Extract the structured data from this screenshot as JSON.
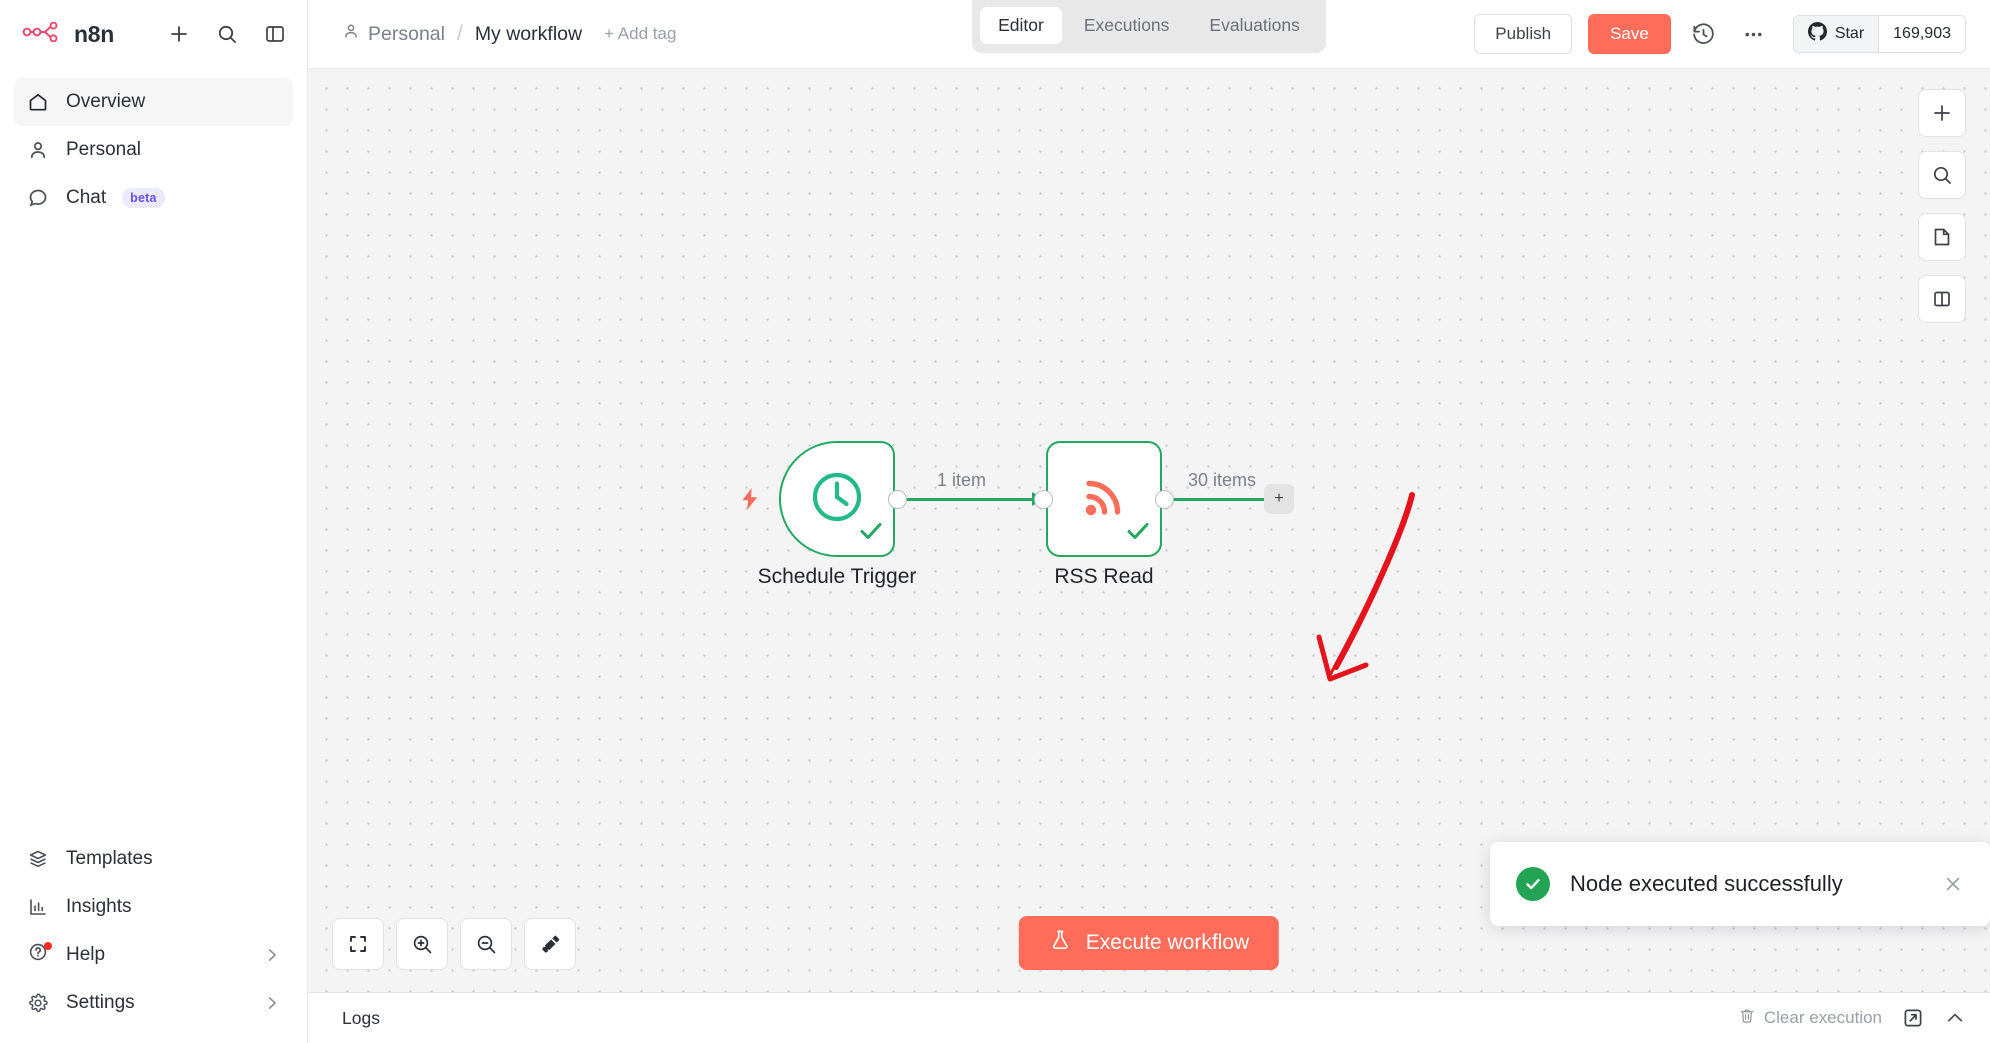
{
  "brand": {
    "name": "n8n"
  },
  "sidebar": {
    "top_actions": [
      {
        "name": "add-button",
        "icon": "plus-icon"
      },
      {
        "name": "search-button",
        "icon": "search-icon"
      },
      {
        "name": "toggle-sidebar-button",
        "icon": "panel-toggle-icon"
      }
    ],
    "items": [
      {
        "label": "Overview",
        "icon": "home-icon",
        "active": true
      },
      {
        "label": "Personal",
        "icon": "user-icon",
        "active": false
      },
      {
        "label": "Chat",
        "icon": "chat-bubble-icon",
        "badge": "beta",
        "active": false
      }
    ],
    "bottom_items": [
      {
        "label": "Templates",
        "icon": "box-icon"
      },
      {
        "label": "Insights",
        "icon": "bar-chart-icon"
      },
      {
        "label": "Help",
        "icon": "question-circle-icon",
        "has_dot": true,
        "chevron": "chevron-right-icon"
      },
      {
        "label": "Settings",
        "icon": "gear-icon",
        "chevron": "chevron-right-icon"
      }
    ]
  },
  "header": {
    "breadcrumb_project": "Personal",
    "breadcrumb_separator": "/",
    "workflow_name": "My workflow",
    "add_tag_label": "+ Add tag",
    "publish_label": "Publish",
    "save_label": "Save",
    "history_icon": "history-icon",
    "more_icon": "ellipsis-icon",
    "github": {
      "star_label": "Star",
      "count": "169,903",
      "icon": "github-icon"
    }
  },
  "tabs": [
    {
      "label": "Editor",
      "active": true
    },
    {
      "label": "Executions",
      "active": false
    },
    {
      "label": "Evaluations",
      "active": false
    }
  ],
  "canvas": {
    "right_tools": [
      {
        "name": "add-node-button",
        "icon": "plus-icon"
      },
      {
        "name": "search-nodes-button",
        "icon": "search-icon"
      },
      {
        "name": "add-sticky-note-button",
        "icon": "note-icon"
      },
      {
        "name": "toggle-panel-button",
        "icon": "panel-toggle-icon"
      }
    ],
    "zoom_tools": [
      {
        "name": "zoom-to-fit-button",
        "icon": "fit-screen-icon"
      },
      {
        "name": "zoom-in-button",
        "icon": "zoom-in-icon"
      },
      {
        "name": "zoom-out-button",
        "icon": "zoom-out-icon"
      },
      {
        "name": "tidy-up-button",
        "icon": "broom-icon"
      }
    ],
    "execute_label": "Execute workflow",
    "execute_icon": "flask-icon",
    "nodes": [
      {
        "name": "Schedule Trigger",
        "type": "trigger",
        "icon": "clock-icon",
        "icon_color": "#23b989",
        "status": "success",
        "has_bolt": true
      },
      {
        "name": "RSS Read",
        "type": "regular",
        "icon": "rss-icon",
        "icon_color": "#ff6d5a",
        "status": "success",
        "has_bolt": false
      }
    ],
    "connections": [
      {
        "label": "1 item",
        "from": "Schedule Trigger",
        "to": "RSS Read"
      },
      {
        "label": "30 items",
        "from": "RSS Read",
        "to": "add-node-plus"
      }
    ],
    "add_node_chip": "+",
    "annotation": {
      "type": "hand-drawn-arrow",
      "color": "#e4131c",
      "points_to": "toast"
    },
    "colors": {
      "success": "#22a861",
      "accent": "#ff6d5a",
      "grid_dot": "#c9cacc",
      "background": "#f4f4f5"
    }
  },
  "toast": {
    "message": "Node executed successfully",
    "status": "success",
    "status_color": "#23a455",
    "close_icon": "close-icon"
  },
  "logs_bar": {
    "title": "Logs",
    "clear_label": "Clear execution",
    "clear_icon": "trash-icon",
    "popout_icon": "open-in-new-icon",
    "collapse_icon": "chevron-up-icon"
  }
}
